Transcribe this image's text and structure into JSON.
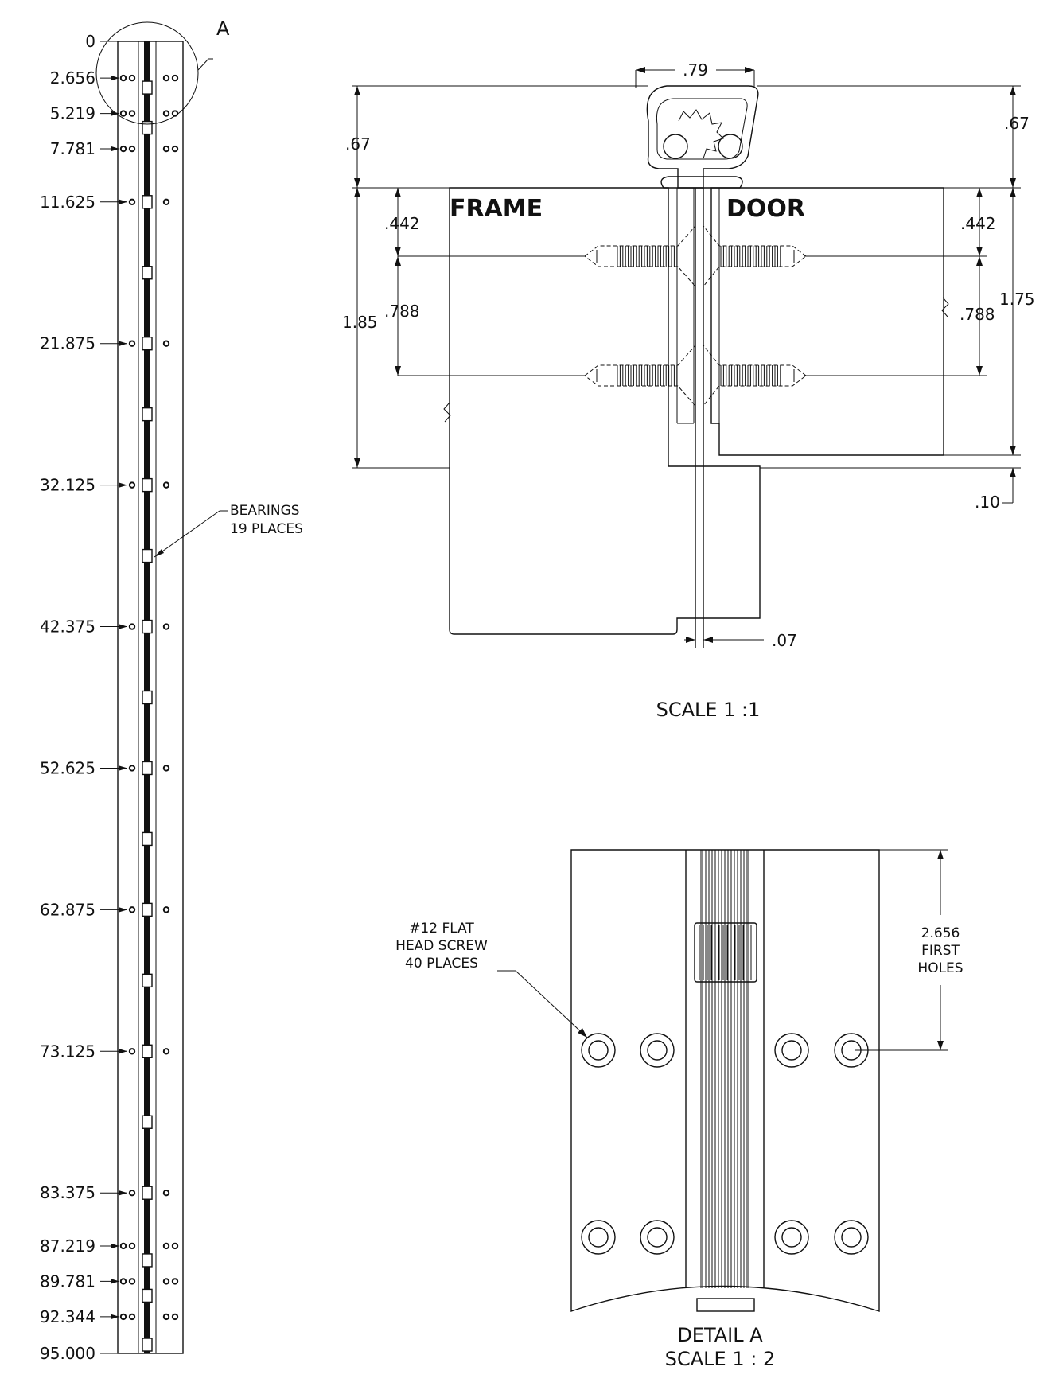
{
  "elevation": {
    "stations": [
      "0",
      "2.656",
      "5.219",
      "7.781",
      "11.625",
      "21.875",
      "32.125",
      "42.375",
      "52.625",
      "62.875",
      "73.125",
      "83.375",
      "87.219",
      "89.781",
      "92.344",
      "95.000"
    ],
    "quad_rows": [
      "2.656",
      "5.219",
      "7.781",
      "87.219",
      "89.781",
      "92.344"
    ],
    "detail_callout": "A",
    "bearing_note": [
      "BEARINGS",
      "19 PLACES"
    ]
  },
  "section": {
    "frame_label": "FRAME",
    "door_label": "DOOR",
    "dims": {
      "top_width": ".79",
      "left_top": ".67",
      "right_top": ".67",
      "left_total": "1.85",
      "left_upper": ".442",
      "left_spacing": ".788",
      "right_upper": ".442",
      "right_spacing": ".788",
      "right_total": "1.75",
      "bottom_step": ".10",
      "gap": ".07"
    },
    "scale_caption": "SCALE 1 :1"
  },
  "detail": {
    "screw_note": [
      "#12 FLAT",
      "HEAD SCREW",
      "40 PLACES"
    ],
    "holes_note": [
      "2.656",
      "FIRST",
      "HOLES"
    ],
    "caption": [
      "DETAIL A",
      "SCALE 1 : 2"
    ]
  }
}
